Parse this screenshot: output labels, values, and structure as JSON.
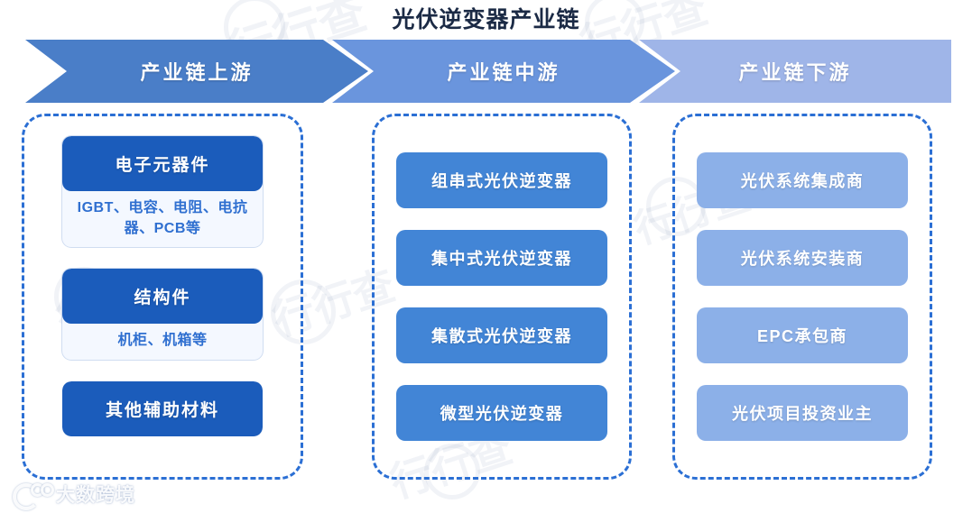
{
  "title": "光伏逆变器产业链",
  "colors": {
    "arrow_upstream": "#4a7ec8",
    "arrow_midstream": "#6a95dd",
    "arrow_downstream": "#9fb5e8",
    "card_upstream": "#1b5cbb",
    "card_midstream": "#4285d6",
    "card_downstream": "#8cb0e8",
    "dashed_border": "#2b6fd4",
    "title_text": "#1b2a45"
  },
  "stages": [
    {
      "label": "产业链上游"
    },
    {
      "label": "产业链中游"
    },
    {
      "label": "产业链下游"
    }
  ],
  "upstream": {
    "cards": [
      {
        "head": "电子元器件",
        "body": "IGBT、电容、电阻、电抗器、PCB等"
      },
      {
        "head": "结构件",
        "body": "机柜、机箱等"
      },
      {
        "head": "其他辅助材料",
        "body": ""
      }
    ]
  },
  "midstream": {
    "items": [
      {
        "label": "组串式光伏逆变器"
      },
      {
        "label": "集中式光伏逆变器"
      },
      {
        "label": "集散式光伏逆变器"
      },
      {
        "label": "微型光伏逆变器"
      }
    ]
  },
  "downstream": {
    "items": [
      {
        "label": "光伏系统集成商"
      },
      {
        "label": "光伏系统安装商"
      },
      {
        "label": "EPC承包商"
      },
      {
        "label": "光伏项目投资业主"
      }
    ]
  },
  "watermark": {
    "brand": "大数跨境",
    "background_text": "行行查"
  }
}
